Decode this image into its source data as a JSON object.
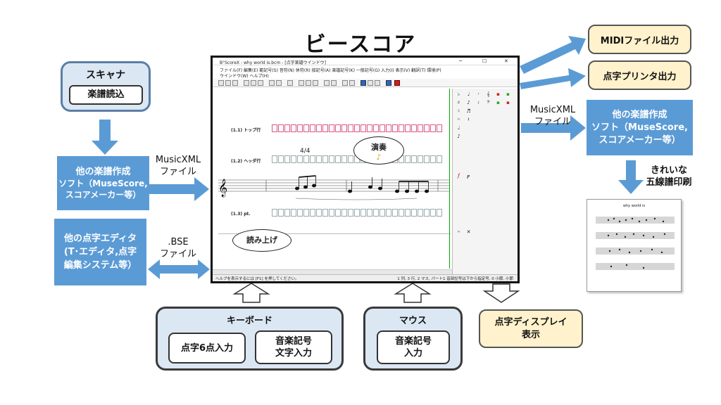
{
  "title": "ビースコア",
  "scanner": {
    "label": "スキャナ",
    "action": "楽譜読込"
  },
  "left_soft": {
    "line1": "他の楽譜作成",
    "line2": "ソフト（MuseScore,",
    "line3": "スコアメーカー等）"
  },
  "left_mxml": {
    "line1": "MusicXML",
    "line2": "ファイル"
  },
  "braille_editor": {
    "line1": "他の点字エディタ",
    "line2": "(T･エディタ,点字",
    "line3": "編集システム等）"
  },
  "bse": {
    "line1": ".BSE",
    "line2": "ファイル"
  },
  "midi_out": "MIDIファイル出力",
  "printer_out": "点字プリンタ出力",
  "right_mxml": {
    "line1": "MusicXML",
    "line2": "ファイル"
  },
  "right_soft": {
    "line1": "他の楽譜作成",
    "line2": "ソフト（MuseScore,",
    "line3": "スコアメーカー等）"
  },
  "print_label": {
    "line1": "きれいな",
    "line2": "五線譜印刷"
  },
  "printed_sheet_title": "why world is",
  "keyboard": {
    "label": "キーボード",
    "six_dot": "点字6点入力",
    "sym_line1": "音楽記号",
    "sym_line2": "文字入力"
  },
  "mouse": {
    "label": "マウス",
    "sym_line1": "音楽記号",
    "sym_line2": "入力"
  },
  "braille_display": {
    "line1": "点字ディスプレイ",
    "line2": "表示"
  },
  "window": {
    "title": "B°ScoreX - why world is.bcm - [点字楽譜ウインドウ]",
    "menu_row1": "ファイル(F)   編集(E)   範記号(S)   音符(N)   休符(R)   接記号(A)   楽譜記号(K)   一般記号(G)   入力(I)   表示(V)   翻訳(T)   環境(P)",
    "menu_row2": "ウインドウ(W)   ヘルプ(H)",
    "row_top": "(1.1) トップ行",
    "row_header": "(1.2) ヘッダ行",
    "row_pt": "(1.3) pt.",
    "time_sig": "4/4",
    "bubble_play": "演奏",
    "bubble_read": "読み上げ",
    "status_left": "ヘルプを表示するには [F1] を押してください。",
    "status_right": "1 列, 3 行, 2 マス, パート1 音部記号は下から指定号, 0 小節, 小節"
  },
  "colors": {
    "blue_box": "#5b9bd5",
    "light_blue": "#dbe7f3",
    "yellow": "#fff2cc",
    "arrow_blue": "#5b9bd5"
  }
}
